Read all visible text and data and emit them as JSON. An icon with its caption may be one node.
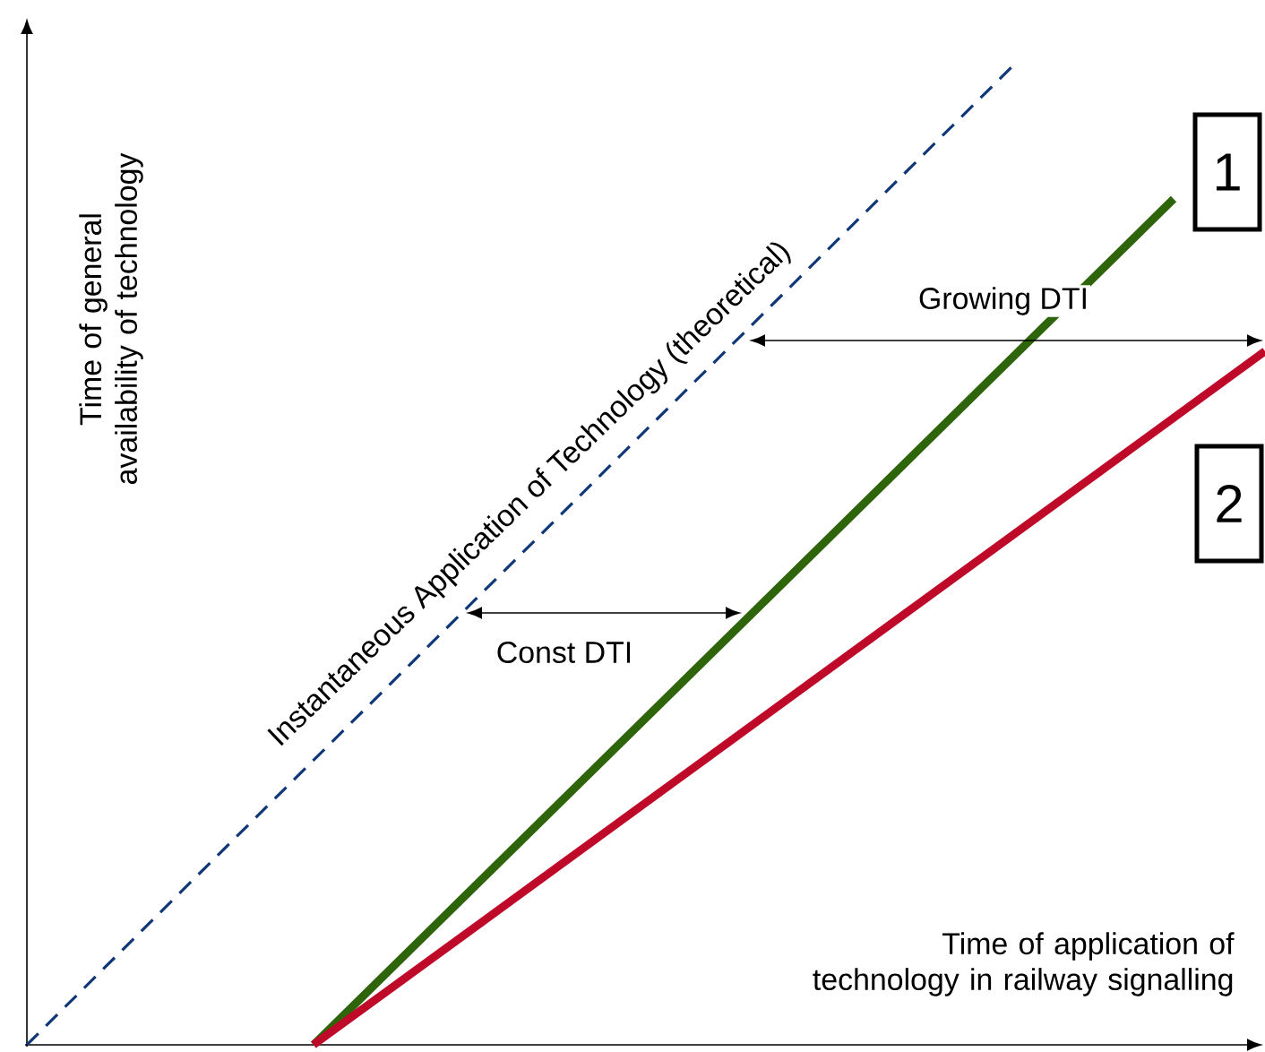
{
  "diagram": {
    "nodes": [
      {
        "text": [
          "1"
        ]
      },
      {
        "text": [
          "2"
        ]
      }
    ],
    "labels": [
      "Time of general availability of technology",
      "Instantaneous Application of Technology (theoretical)",
      "Growing DTI",
      "Const DTI",
      "Time of application of technology in railway signalling"
    ]
  }
}
